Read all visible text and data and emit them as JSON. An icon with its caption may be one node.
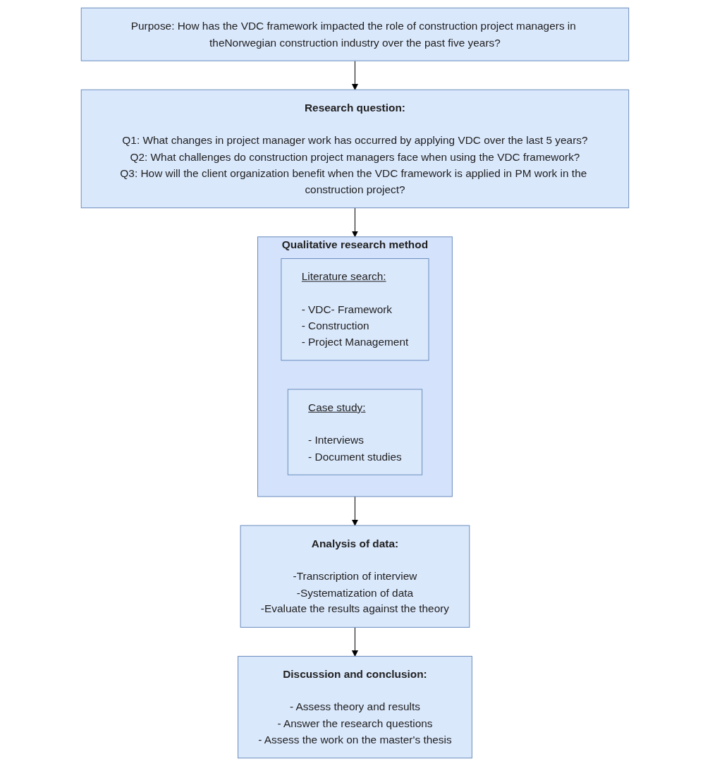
{
  "diagram": {
    "nodes": [
      {
        "text": [
          "Purpose: How has the VDC framework impacted the role of construction project managers in theNorwegian construction industry over the past five years?"
        ]
      },
      {
        "text": [
          "Research question:",
          "Q1: What changes in project manager work has occurred by applying VDC over the last 5 years?",
          "Q2: What challenges do construction project managers face when using the VDC framework?",
          "Q3: How will the client organization benefit when the VDC framework is applied in PM work in the construction project?"
        ]
      },
      {
        "text": [
          "Qualitative research method"
        ]
      },
      {
        "text": [
          "Literature search:",
          "- VDC- Framework",
          "- Construction",
          "- Project Management"
        ],
        "in": 2
      },
      {
        "text": [
          "Case study:",
          "- Interviews",
          "- Document studies"
        ],
        "in": 2
      },
      {
        "text": [
          "Analysis of data:",
          "-Transcription of interview",
          "-Systematization of data",
          "-Evaluate the results against the theory"
        ]
      },
      {
        "text": [
          "Discussion and conclusion:",
          "- Assess theory and results",
          "- Answer the research questions",
          "- Assess the work on the master's thesis"
        ]
      }
    ],
    "edges": [
      {
        "from": 0,
        "to": 1,
        "arrow": "to"
      },
      {
        "from": 1,
        "to": 2,
        "arrow": "to"
      },
      {
        "from": 2,
        "to": 5,
        "arrow": "to"
      },
      {
        "from": 5,
        "to": 6,
        "arrow": "to"
      }
    ]
  }
}
